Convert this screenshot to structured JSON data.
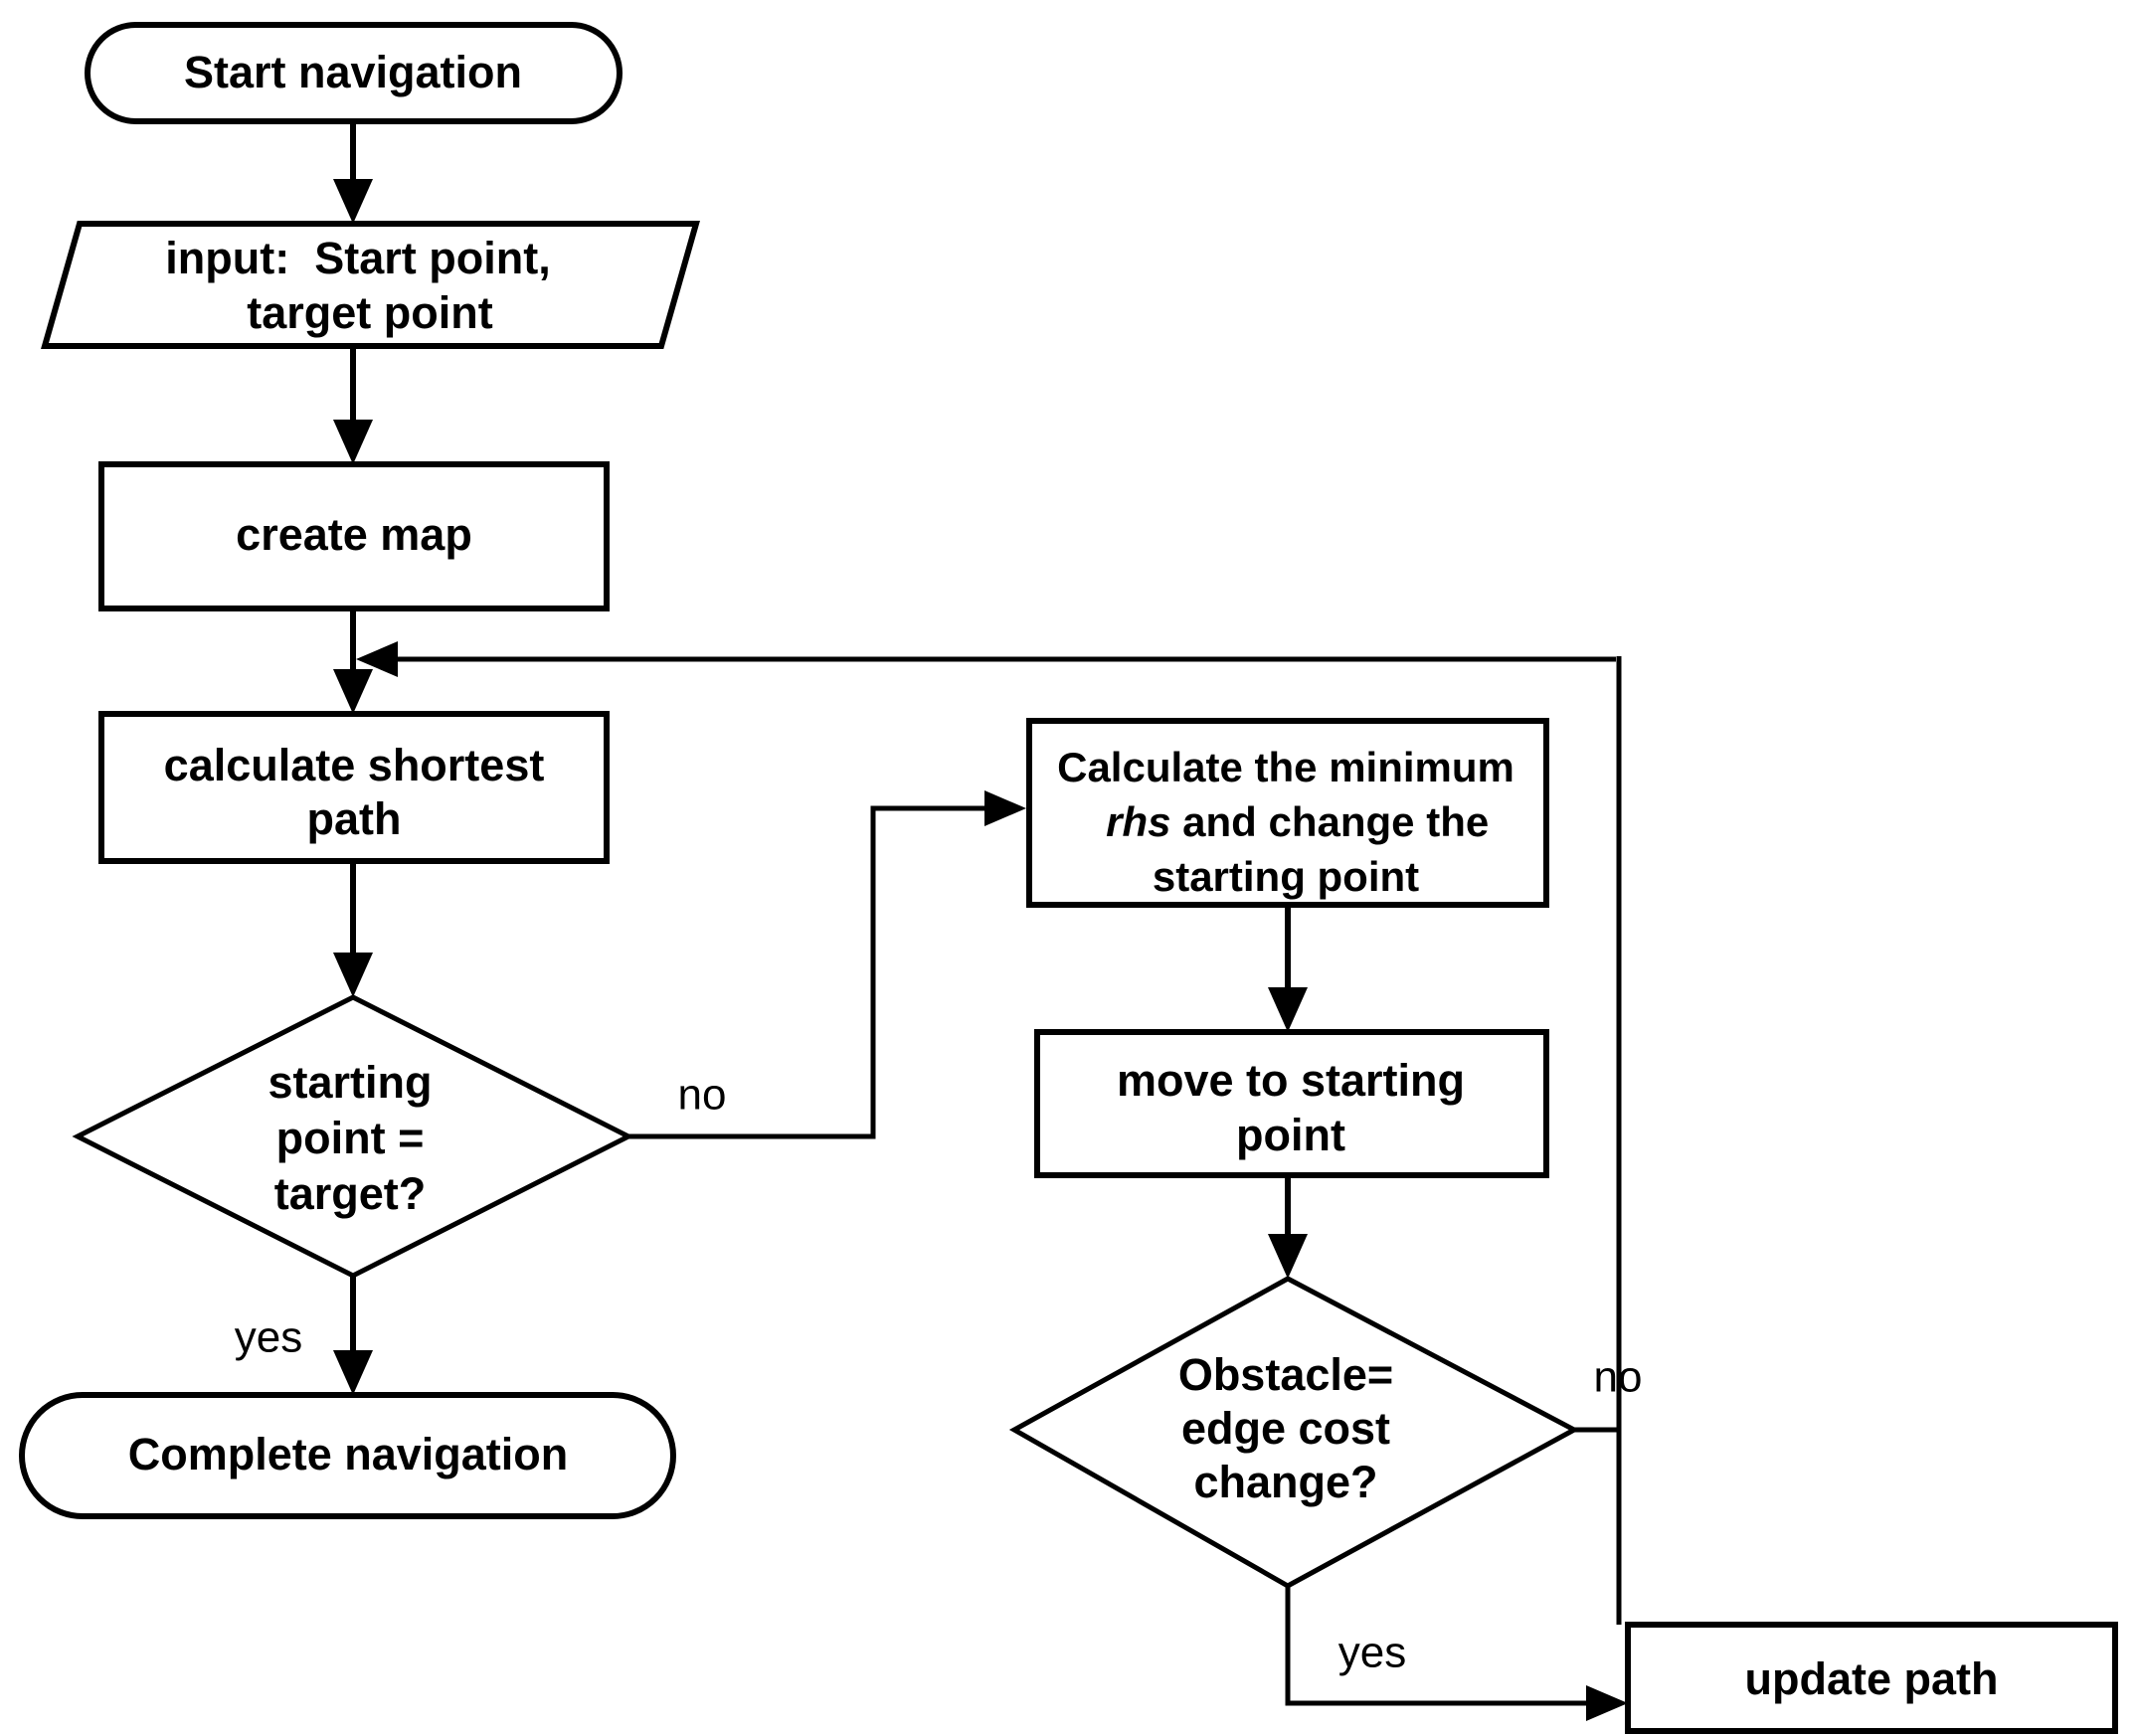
{
  "diagram": {
    "title": "Navigation path planning flowchart",
    "type": "flowchart",
    "background_color": "#ffffff",
    "stroke_color": "#000000",
    "nodes": [
      {
        "id": "start",
        "shape": "terminator",
        "label": "Start navigation"
      },
      {
        "id": "input",
        "shape": "parallelogram",
        "label_line1": "input:  Start point,",
        "label_line2": "target point"
      },
      {
        "id": "create_map",
        "shape": "process",
        "label": "create map"
      },
      {
        "id": "calc_shortest",
        "shape": "process",
        "label_line1": "calculate shortest",
        "label_line2": "path"
      },
      {
        "id": "decide_start_target",
        "shape": "decision",
        "label_line1": "starting",
        "label_line2": "point =",
        "label_line3": "target?"
      },
      {
        "id": "complete",
        "shape": "terminator",
        "label": "Complete navigation"
      },
      {
        "id": "calc_rhs",
        "shape": "process",
        "label_line1_a": "Calculate the minimum",
        "label_line2_a": "rhs",
        "label_line2_b": " and change the",
        "label_line3": "starting point"
      },
      {
        "id": "move_start",
        "shape": "process",
        "label_line1": "move to starting",
        "label_line2": "point"
      },
      {
        "id": "decide_obstacle",
        "shape": "decision",
        "label_line1": "Obstacle=",
        "label_line2": "edge cost",
        "label_line3": "change?"
      },
      {
        "id": "update_path",
        "shape": "process",
        "label": "update path"
      }
    ],
    "edge_labels": {
      "start_target_no": "no",
      "start_target_yes": "yes",
      "obstacle_no": "no",
      "obstacle_yes": "yes"
    }
  }
}
